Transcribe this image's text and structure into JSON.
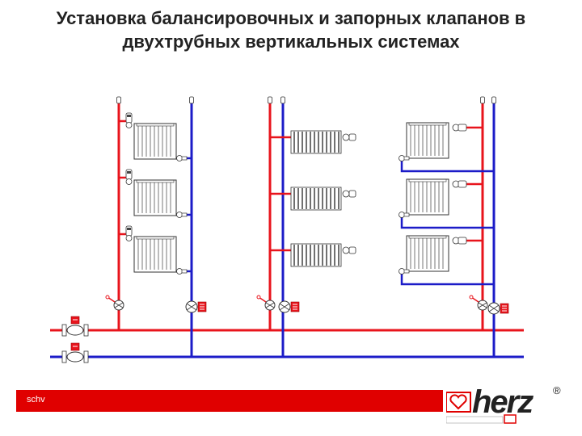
{
  "title": {
    "line1": "Установка балансировочных и запорных клапанов в",
    "line2": "двухтрубных вертикальных системах"
  },
  "footer": {
    "label": "schv"
  },
  "logo": {
    "text": "herz",
    "registered_mark": "®"
  },
  "colors": {
    "supply": "#e8141c",
    "return": "#1c1cc8",
    "footer_bar": "#e00000",
    "valve_fill": "#e8141c"
  },
  "systems": [
    {
      "id": "system-1",
      "type": "panel-radiators-one-side-connection",
      "radiator_count": 3
    },
    {
      "id": "system-2",
      "type": "sectional-radiators-between-risers",
      "radiator_count": 3
    },
    {
      "id": "system-3",
      "type": "panel-radiators-offset-connection",
      "radiator_count": 3
    }
  ]
}
